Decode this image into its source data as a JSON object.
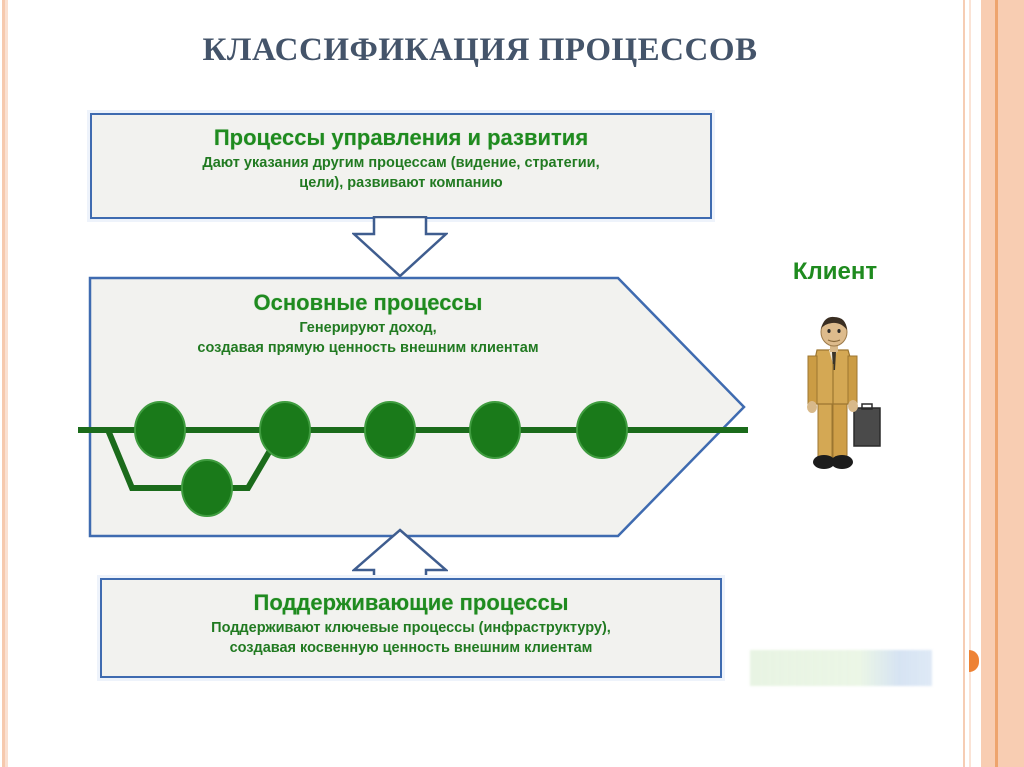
{
  "slide": {
    "title": "КЛАССИФИКАЦИЯ ПРОЦЕССОВ"
  },
  "colors": {
    "title_text": "#44546a",
    "box_border": "#3f6bb0",
    "box_fill": "#f2f2ef",
    "heading_green": "#1f8b1f",
    "body_green": "#217a21",
    "flow_green": "#1b6b1b",
    "template_peach": "#f8cdb2",
    "template_orange": "#ee8234",
    "suit_tan": "#d4a854"
  },
  "diagram": {
    "type": "process-classification",
    "management_box": {
      "title": "Процессы управления и развития",
      "lines": [
        "Дают указания другим процессам (видение, стратегии,",
        "цели), развивают компанию"
      ]
    },
    "core_box": {
      "title": "Основные процессы",
      "lines": [
        "Генерируют доход,",
        "создавая прямую ценность внешним клиентам"
      ],
      "node_count": 5,
      "branch_node_count": 1
    },
    "support_box": {
      "title": "Поддерживающие процессы",
      "lines": [
        "Поддерживают ключевые процессы (инфраструктуру),",
        "создавая косвенную ценность внешним клиентам"
      ]
    },
    "client": {
      "label": "Клиент"
    },
    "connectors": [
      {
        "name": "management-to-core",
        "direction": "down"
      },
      {
        "name": "support-to-core",
        "direction": "up"
      }
    ]
  }
}
